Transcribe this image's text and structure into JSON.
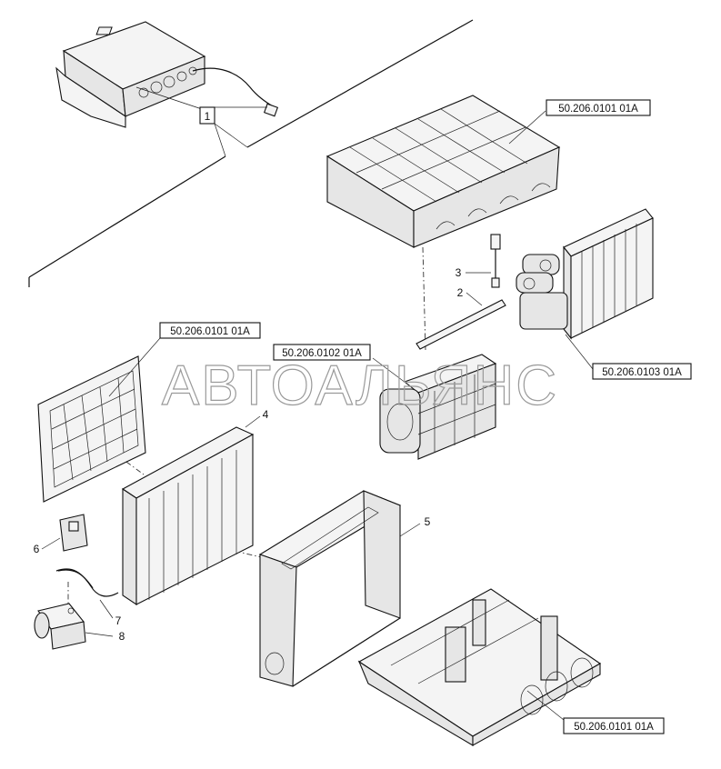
{
  "watermark": "АВТОАЛЬЯНС",
  "callouts": [
    {
      "id": "1",
      "label": "1"
    },
    {
      "id": "2",
      "label": "2"
    },
    {
      "id": "3",
      "label": "3"
    },
    {
      "id": "4",
      "label": "4"
    },
    {
      "id": "5",
      "label": "5"
    },
    {
      "id": "6",
      "label": "6"
    },
    {
      "id": "7",
      "label": "7"
    },
    {
      "id": "8",
      "label": "8"
    }
  ],
  "references": [
    {
      "id": "ref-top-housing",
      "label": "50.206.0101 01A"
    },
    {
      "id": "ref-filter",
      "label": "50.206.0101 01A"
    },
    {
      "id": "ref-blower",
      "label": "50.206.0102 01A"
    },
    {
      "id": "ref-heater",
      "label": "50.206.0103 01A"
    },
    {
      "id": "ref-bottom-housing",
      "label": "50.206.0101 01A"
    }
  ]
}
